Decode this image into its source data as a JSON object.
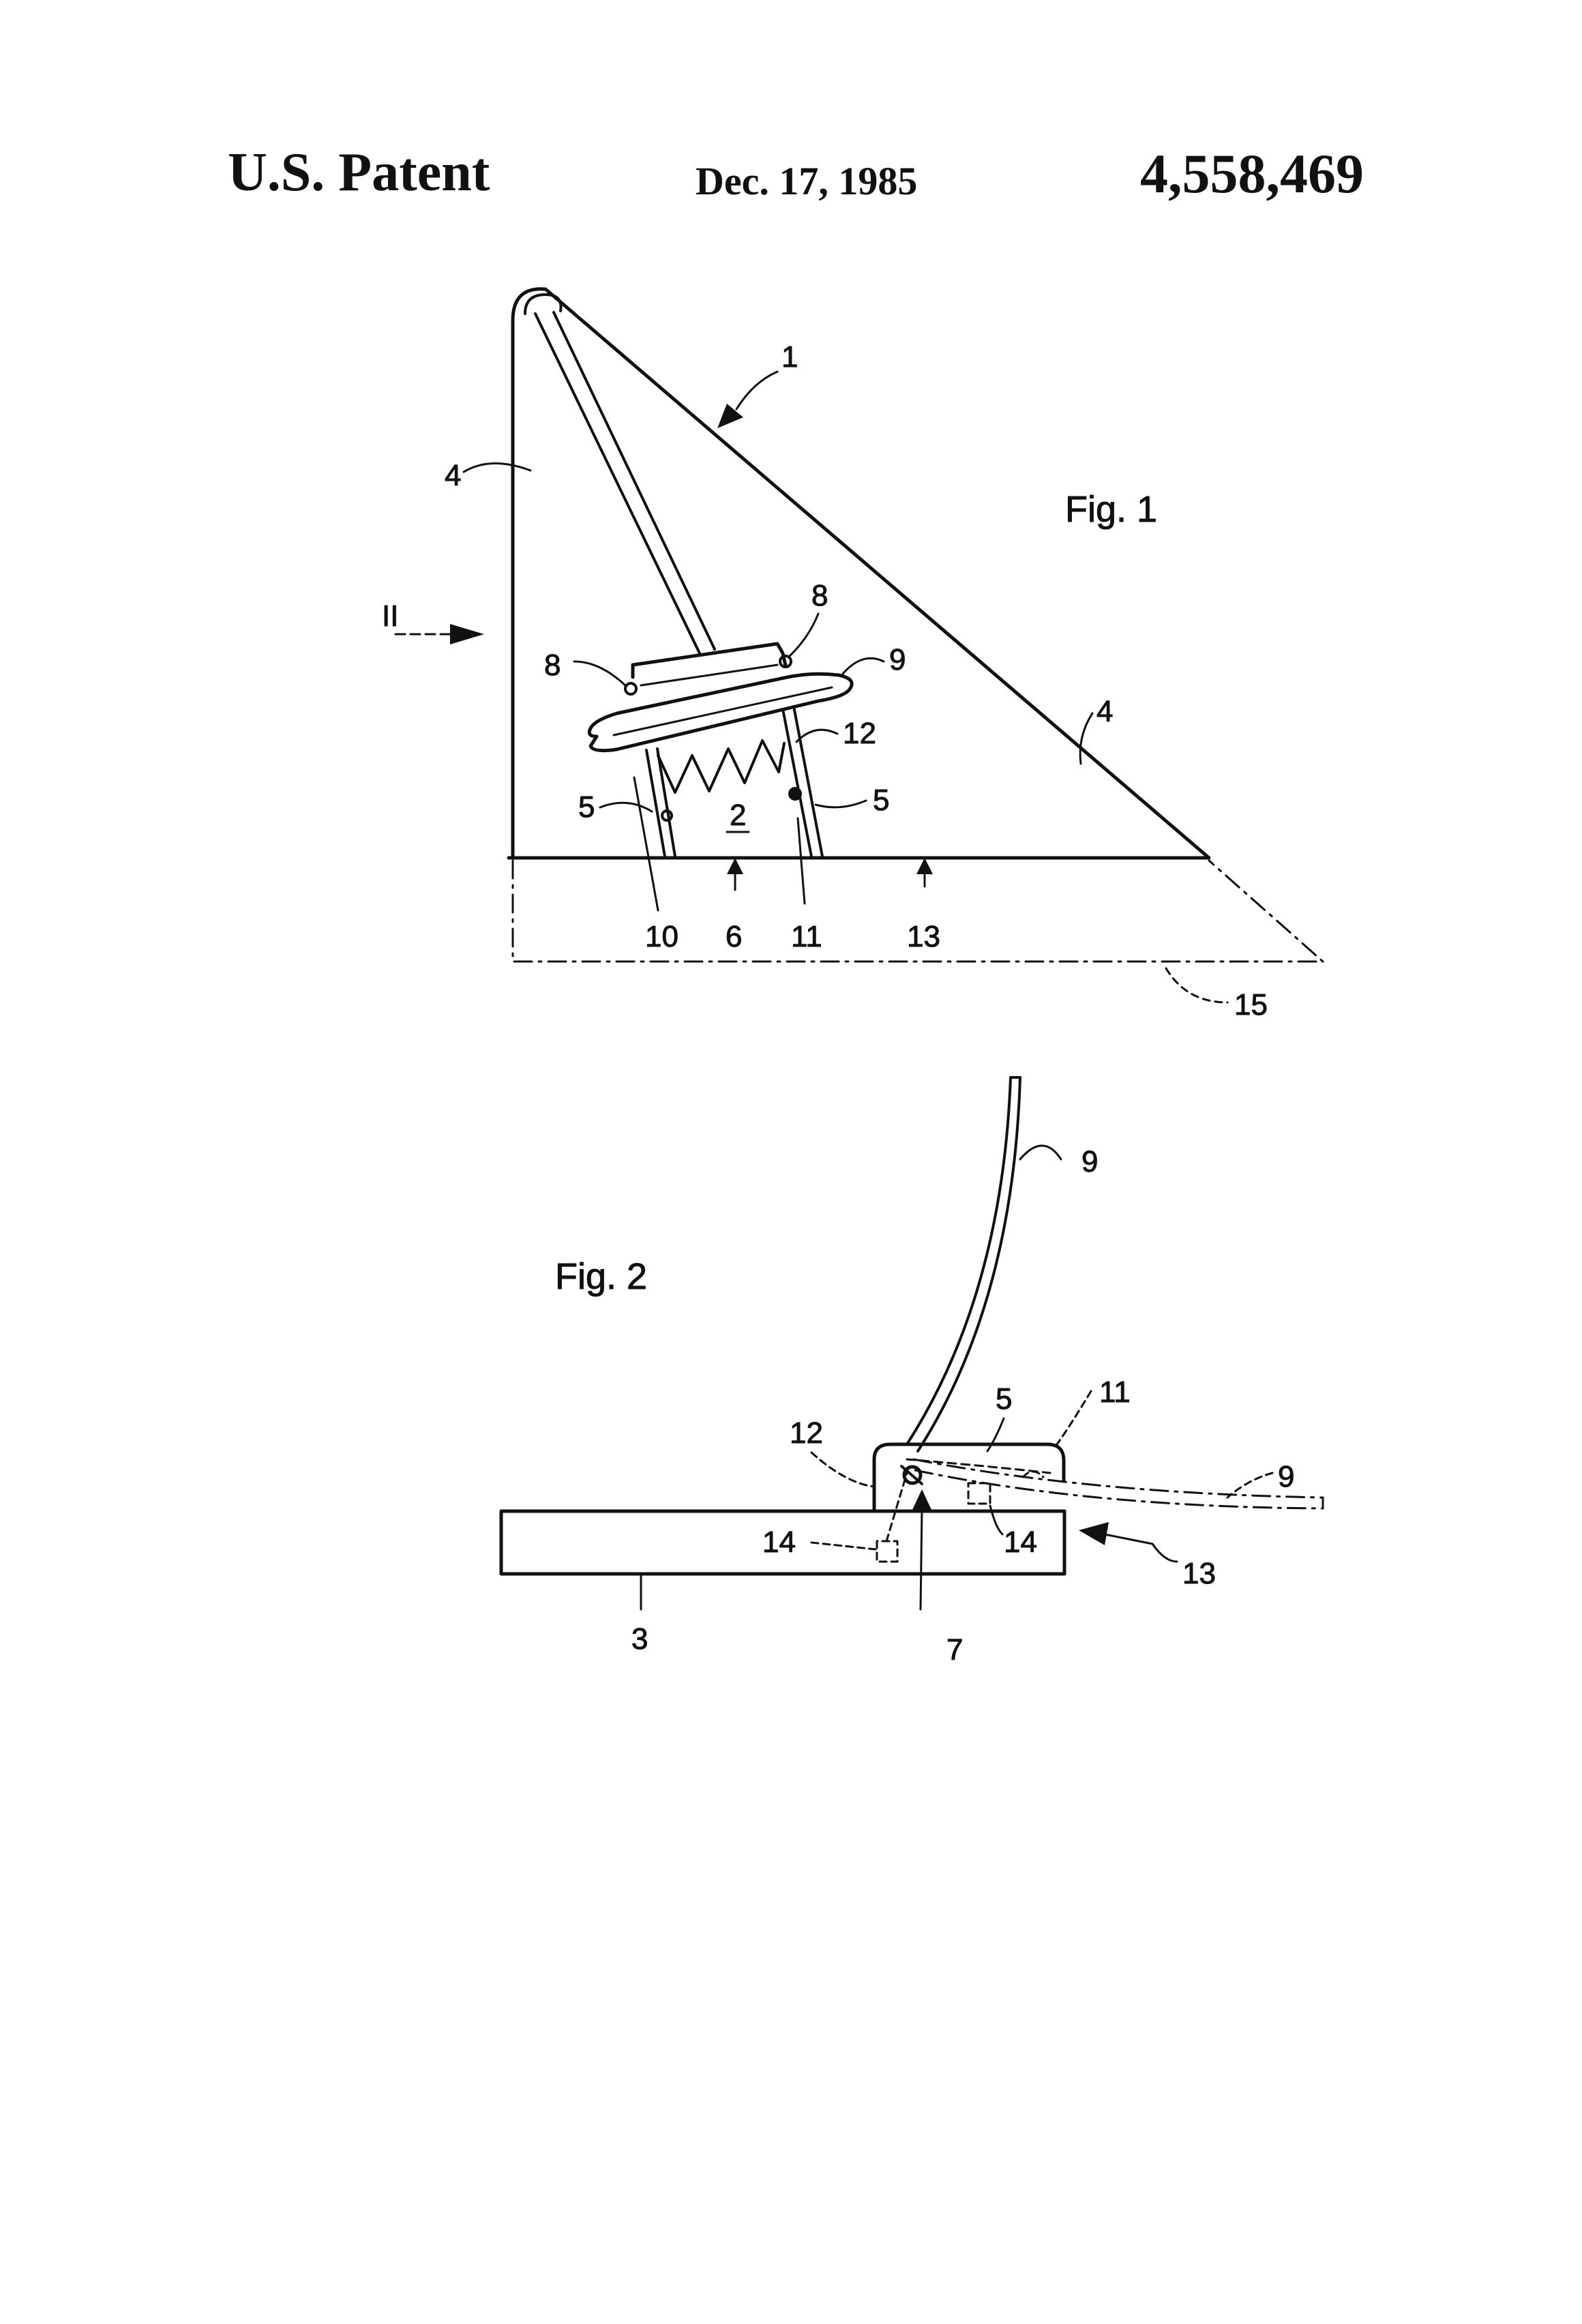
{
  "header": {
    "left": "U.S. Patent",
    "middle": "Dec. 17, 1985",
    "right": "4,558,469"
  },
  "figure1": {
    "caption": "Fig. 1",
    "view_marker": "II",
    "labels": {
      "l1": "1",
      "l2": "2",
      "l4a": "4",
      "l4b": "4",
      "l5a": "5",
      "l5b": "5",
      "l6": "6",
      "l8a": "8",
      "l8b": "8",
      "l9": "9",
      "l10": "10",
      "l11": "11",
      "l12": "12",
      "l13": "13",
      "l15": "15"
    }
  },
  "figure2": {
    "caption": "Fig. 2",
    "labels": {
      "l3": "3",
      "l5": "5",
      "l7": "7",
      "l9a": "9",
      "l9b": "9",
      "l11": "11",
      "l12": "12",
      "l13": "13",
      "l14a": "14",
      "l14b": "14"
    }
  },
  "colors": {
    "ink": "#111111",
    "paper": "#ffffff"
  }
}
